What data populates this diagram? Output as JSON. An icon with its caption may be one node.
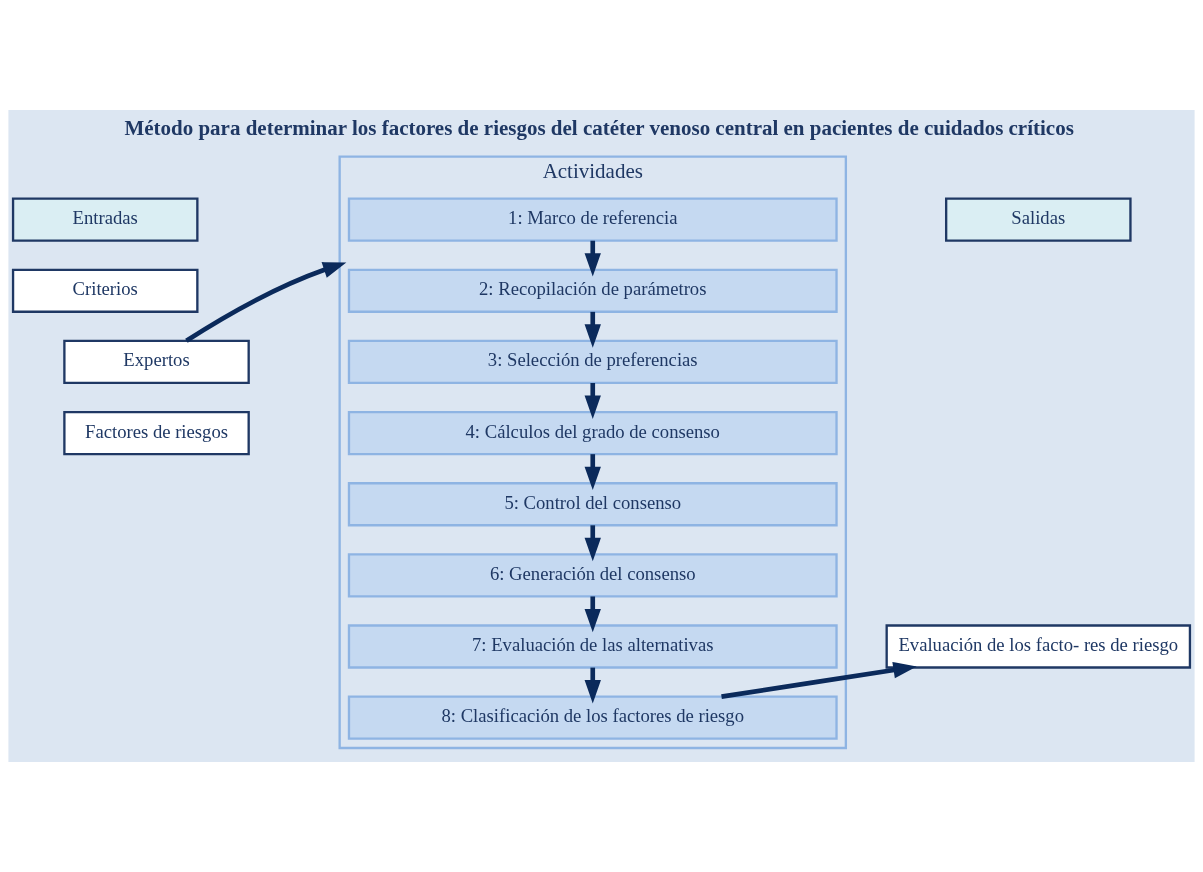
{
  "diagram": {
    "title": "Método para determinar los factores de riesgos del catéter venoso central en pacientes de cuidados críticos",
    "nodes": [
      {
        "text": [
          "Entradas"
        ]
      },
      {
        "text": [
          "Criterios"
        ]
      },
      {
        "text": [
          "Expertos"
        ]
      },
      {
        "text": [
          "Factores de riesgos"
        ]
      },
      {
        "text": [
          "Actividades"
        ]
      },
      {
        "text": [
          "1: Marco de referencia"
        ],
        "in": 4
      },
      {
        "text": [
          "2: Recopilación de parámetros"
        ],
        "in": 4
      },
      {
        "text": [
          "3: Selección de preferencias"
        ],
        "in": 4
      },
      {
        "text": [
          "4: Cálculos del grado de consenso"
        ],
        "in": 4
      },
      {
        "text": [
          "5: Control del consenso"
        ],
        "in": 4
      },
      {
        "text": [
          "6: Generación del consenso"
        ],
        "in": 4
      },
      {
        "text": [
          "7: Evaluación de las alternativas"
        ],
        "in": 4
      },
      {
        "text": [
          "8: Clasificación de los factores de riesgo"
        ],
        "in": 4
      },
      {
        "text": [
          "Salidas"
        ]
      },
      {
        "text": [
          "Evaluación de los facto- res de riesgo"
        ]
      }
    ],
    "edges": [
      {
        "from": 2,
        "to": 4,
        "arrow": "to"
      },
      {
        "from": 5,
        "to": 6,
        "arrow": "to"
      },
      {
        "from": 6,
        "to": 7,
        "arrow": "to"
      },
      {
        "from": 7,
        "to": 8,
        "arrow": "to"
      },
      {
        "from": 8,
        "to": 9,
        "arrow": "to"
      },
      {
        "from": 9,
        "to": 10,
        "arrow": "to"
      },
      {
        "from": 10,
        "to": 11,
        "arrow": "to"
      },
      {
        "from": 11,
        "to": 12,
        "arrow": "to"
      },
      {
        "from": 12,
        "to": 14,
        "arrow": "to"
      }
    ]
  }
}
